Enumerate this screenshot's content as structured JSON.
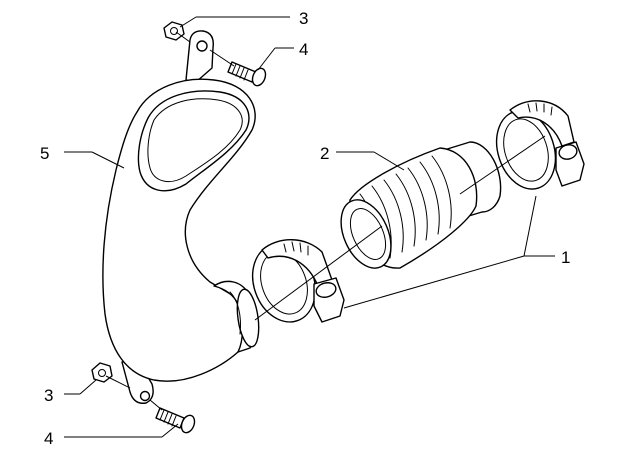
{
  "diagram": {
    "callouts": {
      "c1": "1",
      "c2": "2",
      "c3_top": "3",
      "c3_bottom": "3",
      "c4_top": "4",
      "c4_bottom": "4",
      "c5": "5"
    },
    "line_color": "#000000",
    "background": "#ffffff"
  }
}
